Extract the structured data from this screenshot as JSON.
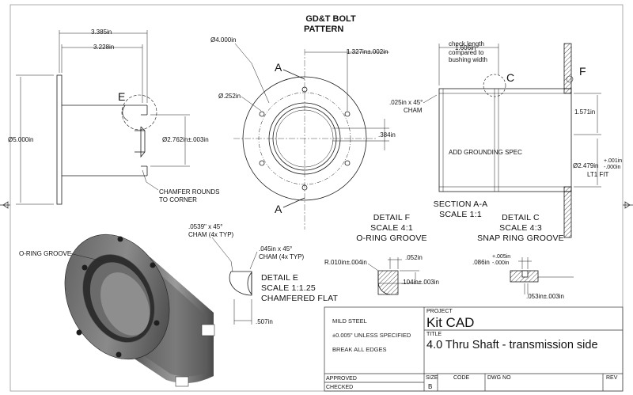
{
  "header": {
    "title_line1": "GD&T BOLT",
    "title_line2": "PATTERN"
  },
  "dimensions": {
    "len_overall": "3.385in",
    "len_inner": "3.228in",
    "dia_flange": "Ø5.000in",
    "dia_bore": "Ø2.762in±.003in",
    "chamfer_note_line1": "CHAMFER ROUNDS",
    "chamfer_note_line2": "TO CORNER",
    "dia_bolt_circle": "Ø4.000in",
    "bolt_offset": "1.327in±.002in",
    "dia_hole": "Ø.252in",
    "offset_384": ".384in",
    "check_length_line1": "check length",
    "check_length_value": "1.606in",
    "check_length_line2": "compared to",
    "check_length_line3": "bushing width",
    "cham_025_line1": ".025in x 45°",
    "cham_025_line2": "CHAM",
    "len_1571": "1.571in",
    "ground_spec": "ADD GROUNDING SPEC",
    "fit_dia": "Ø2.479in",
    "fit_tol_top": "+.001in",
    "fit_tol_bottom": "-.000in",
    "fit_class": "LT1 FIT",
    "cham_0539_line1": ".0539\" x 45°",
    "cham_0539_line2": "CHAM (4x TYP)",
    "cham_045_line1": ".045in x 45°",
    "cham_045_line2": "CHAM (4x TYP)",
    "dim_507": ".507in",
    "o_ring_label": "O-RING GROOVE",
    "radius_010": "R.010in±.004in",
    "dim_052": ".052in",
    "dim_104": ".104in±.003in",
    "dim_086": ".086in",
    "dim_086_tol_top": "+.005in",
    "dim_086_tol_bottom": "-.000in",
    "dim_053": ".053in±.003in"
  },
  "section_markers": {
    "a_top": "A",
    "a_bottom": "A",
    "e": "E",
    "c": "C",
    "f": "F"
  },
  "details": {
    "section_aa": {
      "name": "SECTION A-A",
      "scale": "SCALE 1:1"
    },
    "detail_f": {
      "name": "DETAIL F",
      "scale": "SCALE 4:1",
      "desc": "O-RING GROOVE"
    },
    "detail_c": {
      "name": "DETAIL C",
      "scale": "SCALE 4:3",
      "desc": "SNAP RING GROOVE"
    },
    "detail_e": {
      "name": "DETAIL E",
      "scale": "SCALE 1:1.25",
      "desc": "CHAMFERED FLAT"
    }
  },
  "title_block": {
    "material": "MILD STEEL",
    "tolerance": "±0.005\" UNLESS SPECIFIED",
    "edges": "BREAK ALL EDGES",
    "project_label": "PROJECT",
    "project_value": "Kit CAD",
    "title_label": "TITLE",
    "title_value": "4.0 Thru Shaft - transmission side",
    "approved_label": "APPROVED",
    "checked_label": "CHECKED",
    "size_label": "SIZE",
    "size_value": "B",
    "code_label": "CODE",
    "dwg_label": "DWG NO",
    "rev_label": "REV"
  },
  "colors": {
    "line": "#1a1a1a",
    "part_dark": "#3a3a3a",
    "part_mid": "#6b6b6b",
    "part_light": "#9a9a9a"
  }
}
